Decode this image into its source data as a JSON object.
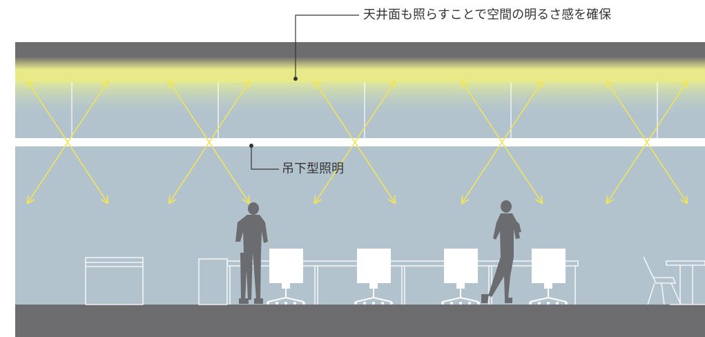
{
  "annotations": {
    "ceiling_note": "天井面も照らすことで空間の明るさ感を確保",
    "pendant_note": "吊下型照明"
  },
  "colors": {
    "background": "#ffffff",
    "ceiling_slab": "#6d6c6f",
    "floor_slab": "#6d6c6f",
    "wall": "#b3c3ce",
    "light_beam": "#f0e45a",
    "ceiling_glow": "#eef08a",
    "silhouette": "#6b6c6f",
    "furniture_line": "#ffffff",
    "leader_line": "#333333"
  },
  "icons": {
    "light_arrow": "arrow",
    "person": "standing-person-silhouette",
    "chair": "office-chair"
  }
}
